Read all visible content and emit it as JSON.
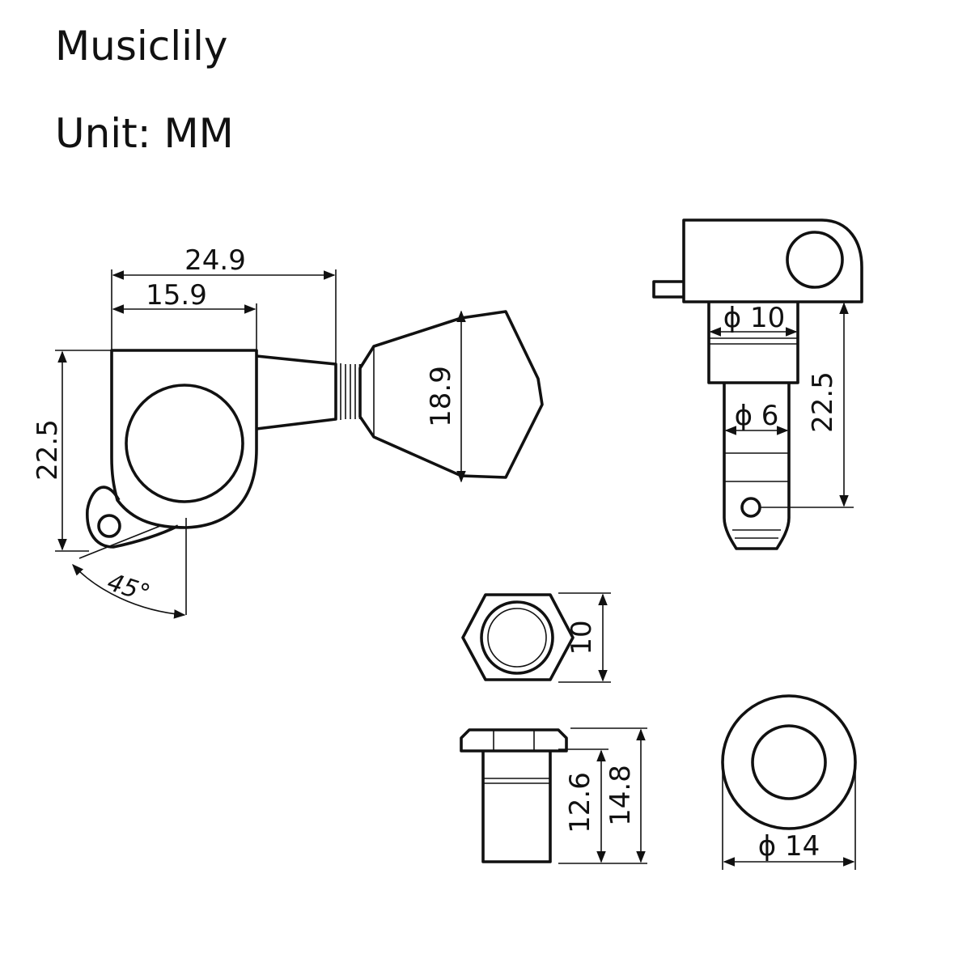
{
  "header": {
    "brand": "Musiclily",
    "unit": "Unit: MM"
  },
  "side_view": {
    "width_total": "24.9",
    "width_housing": "15.9",
    "height": "22.5",
    "button_height": "18.9",
    "angle": "45°"
  },
  "front_view": {
    "collar_diameter": "ϕ 10",
    "post_diameter": "ϕ 6",
    "post_height": "22.5"
  },
  "hex_nut": {
    "size": "10"
  },
  "bushing": {
    "inner_height": "12.6",
    "outer_height": "14.8"
  },
  "washer": {
    "diameter": "ϕ 14"
  }
}
